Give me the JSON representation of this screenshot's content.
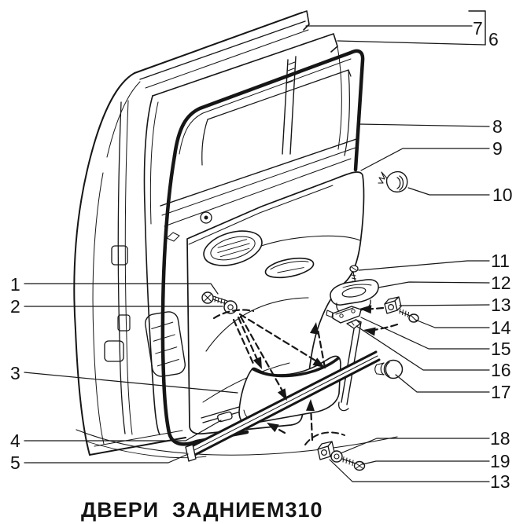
{
  "colors": {
    "paper": "#ffffff",
    "ink": "#141414"
  },
  "caption": {
    "word_1": "ДВЕРИ",
    "word_2": "ЗАДНИЕ",
    "word_3": "М310"
  },
  "callouts": {
    "c1": "1",
    "c2": "2",
    "c3": "3",
    "c4": "4",
    "c5": "5",
    "c6": "6",
    "c7": "7",
    "c8": "8",
    "c9": "9",
    "c10": "10",
    "c11": "11",
    "c12": "12",
    "c13": "13",
    "c14": "14",
    "c15": "15",
    "c16": "16",
    "c17": "17",
    "c18": "18",
    "c19": "19",
    "c13_bottom": "13"
  }
}
